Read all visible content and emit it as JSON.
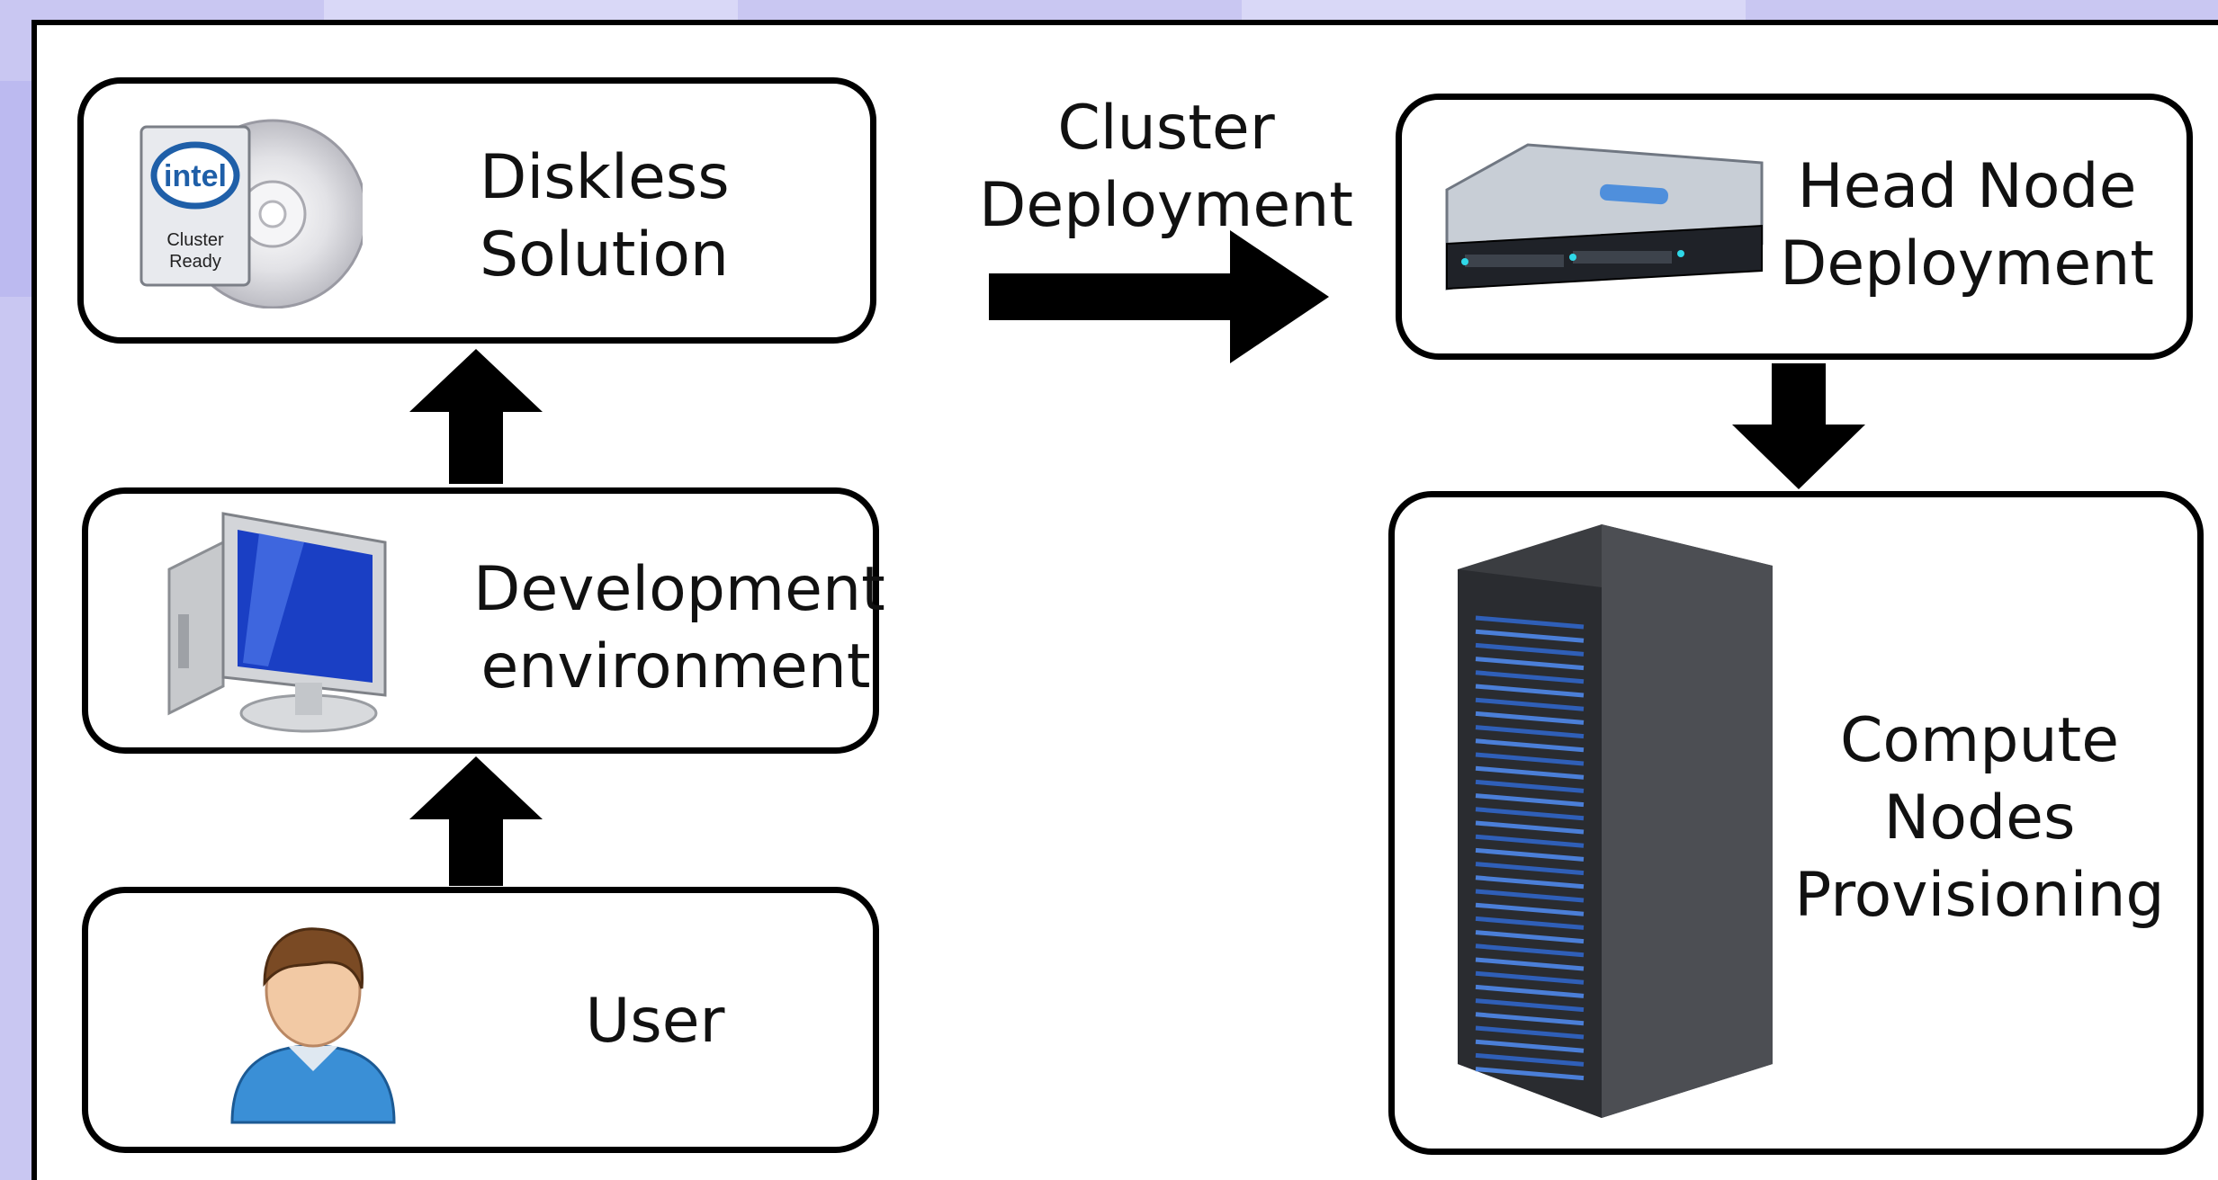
{
  "diagram": {
    "nodes": {
      "diskless": {
        "label": "Diskless\nSolution",
        "badge": {
          "brand": "intel",
          "line1": "Cluster",
          "line2": "Ready"
        }
      },
      "devenv": {
        "label": "Development\nenvironment"
      },
      "user": {
        "label": "User"
      },
      "headnode": {
        "label": "Head Node\nDeployment"
      },
      "compute": {
        "label": "Compute\nNodes\nProvisioning"
      }
    },
    "edges": [
      {
        "from": "user",
        "to": "devenv"
      },
      {
        "from": "devenv",
        "to": "diskless"
      },
      {
        "from": "diskless",
        "to": "headnode",
        "label": "Cluster\nDeployment"
      },
      {
        "from": "headnode",
        "to": "compute"
      }
    ]
  },
  "colors": {
    "background": "#c9c7f2",
    "panel": "#ffffff",
    "stroke": "#000000",
    "intel_blue": "#1f5fa8",
    "monitor_blue": "#1a3fc4"
  },
  "icons": [
    "cd-icon",
    "computer-icon",
    "user-icon",
    "server-icon",
    "rack-icon"
  ]
}
